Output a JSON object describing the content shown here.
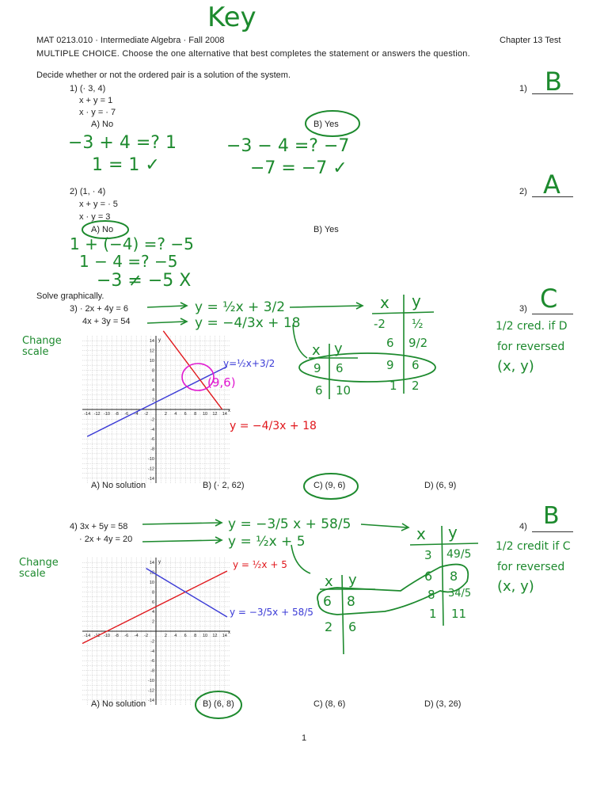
{
  "key_mark": "Key",
  "header": {
    "course": "MAT 0213.010 ·  Intermediate Algebra · Fall 2008",
    "chapter": "Chapter 13 Test",
    "instructions": "MULTIPLE CHOICE.  Choose the one alternative that best completes the statement or answers the question."
  },
  "section1": {
    "prompt": "Decide whether or not the ordered pair is a solution of the system."
  },
  "q1": {
    "num": "1) (· 3, 4)",
    "eq1": "x +  y  =  1",
    "eq2": "x ·  y  =  · 7",
    "optA": "A) No",
    "optB": "B) Yes",
    "answer_label": "1)",
    "answer": "B",
    "work1a": "−3 + 4 =? 1",
    "work1b": "1 = 1 ✓",
    "work2a": "−3 − 4 =? −7",
    "work2b": "−7 = −7 ✓"
  },
  "q2": {
    "num": "2) (1, · 4)",
    "eq1": "x +  y  =  · 5",
    "eq2": "x ·  y  =  3",
    "optA": "A) No",
    "optB": "B) Yes",
    "answer_label": "2)",
    "answer": "A",
    "work1": "1 + (−4) =? −5",
    "work2": "1 − 4 =? −5",
    "work3": "−3 ≠ −5  X"
  },
  "section2": {
    "prompt": "Solve graphically."
  },
  "q3": {
    "num": "3) · 2x +  4y  =  6",
    "eq2": "4x +  3y  =  54",
    "answer_label": "3)",
    "answer": "C",
    "note1": "1/2 cred. if D",
    "note2": "for reversed",
    "note3": "(x, y)",
    "side": "Change scale",
    "eqA": "y = ½x + 3/2",
    "eqB": "y = −4/3x + 18",
    "tbl1": {
      "x": "x",
      "y": "y",
      "r": [
        [
          "-2",
          "½"
        ],
        [
          "6",
          "9/2"
        ],
        [
          "9",
          "6"
        ],
        [
          "1",
          "2"
        ]
      ]
    },
    "tbl2": {
      "x": "x",
      "y": "y",
      "r": [
        [
          "9",
          "6"
        ],
        [
          "6",
          "10"
        ]
      ]
    },
    "line_blue": "y=½x+3/2",
    "line_red": "y = −4/3x + 18",
    "point": "(9,6)",
    "optA": "A) No solution",
    "optB": "B) (· 2, 62)",
    "optC": "C) (9, 6)",
    "optD": "D) (6, 9)"
  },
  "q4": {
    "num": "4)  3x +  5y  =  58",
    "eq2": "· 2x +  4y  =  20",
    "answer_label": "4)",
    "answer": "B",
    "note1": "1/2 credit if C",
    "note2": "for reversed",
    "note3": "(x, y)",
    "side": "Change scale",
    "eqA": "y = −3/5 x + 58/5",
    "eqB": "y = ½x + 5",
    "tbl1": {
      "x": "x",
      "y": "y",
      "r": [
        [
          "3",
          "49/5"
        ],
        [
          "6",
          "8"
        ],
        [
          "8",
          "34/5"
        ],
        [
          "1",
          "11"
        ]
      ]
    },
    "tbl2": {
      "x": "x",
      "y": "y",
      "r": [
        [
          "6",
          "8"
        ],
        [
          "2",
          "6"
        ]
      ]
    },
    "line_red": "y = ½x + 5",
    "line_blue": "y = −3/5x + 58/5",
    "optA": "A) No solution",
    "optB": "B) (6, 8)",
    "optC": "C) (8, 6)",
    "optD": "D) (3, 26)"
  },
  "graph": {
    "x_ticks": [
      "-14",
      "-12",
      "-10",
      "-8",
      "-6",
      "-4",
      "-2",
      "2",
      "4",
      "6",
      "8",
      "10",
      "12",
      "14"
    ],
    "y_ticks": [
      "14",
      "12",
      "10",
      "8",
      "6",
      "4",
      "2",
      "-2",
      "-4",
      "-6",
      "-8",
      "-10",
      "-12",
      "-14"
    ],
    "x_label": "x",
    "y_label": "y"
  },
  "page_number": "1",
  "colors": {
    "green": "#1d8a2e",
    "red": "#e0161b",
    "blue": "#3a3ad6",
    "magenta": "#e018d0"
  }
}
